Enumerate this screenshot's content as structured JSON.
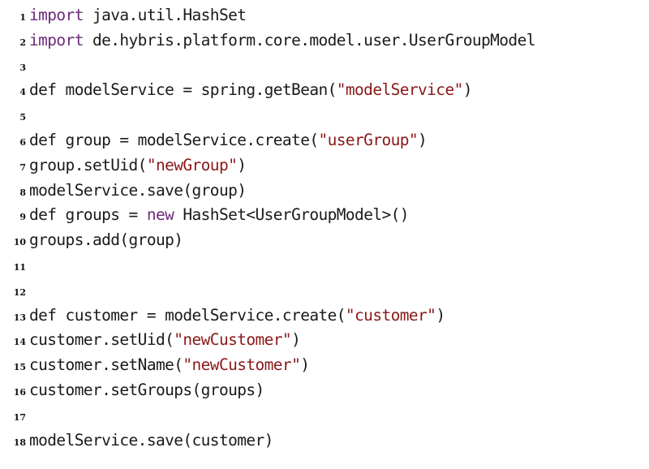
{
  "colors": {
    "background": "#ffffff",
    "text": "#1a1a1a",
    "keyword": "#6b2b7a",
    "string": "#8a1818"
  },
  "code": {
    "language": "groovy",
    "lines": [
      {
        "number": "1",
        "tokens": [
          {
            "t": "kw",
            "v": "import"
          },
          {
            "t": "pl",
            "v": " java.util.HashSet"
          }
        ]
      },
      {
        "number": "2",
        "tokens": [
          {
            "t": "kw",
            "v": "import"
          },
          {
            "t": "pl",
            "v": " de.hybris.platform.core.model.user.UserGroupModel"
          }
        ]
      },
      {
        "number": "3",
        "tokens": []
      },
      {
        "number": "4",
        "tokens": [
          {
            "t": "pl",
            "v": "def modelService = spring.getBean("
          },
          {
            "t": "str",
            "v": "\"modelService\""
          },
          {
            "t": "pl",
            "v": ")"
          }
        ]
      },
      {
        "number": "5",
        "tokens": []
      },
      {
        "number": "6",
        "tokens": [
          {
            "t": "pl",
            "v": "def group = modelService.create("
          },
          {
            "t": "str",
            "v": "\"userGroup\""
          },
          {
            "t": "pl",
            "v": ")"
          }
        ]
      },
      {
        "number": "7",
        "tokens": [
          {
            "t": "pl",
            "v": "group.setUid("
          },
          {
            "t": "str",
            "v": "\"newGroup\""
          },
          {
            "t": "pl",
            "v": ")"
          }
        ]
      },
      {
        "number": "8",
        "tokens": [
          {
            "t": "pl",
            "v": "modelService.save(group)"
          }
        ]
      },
      {
        "number": "9",
        "tokens": [
          {
            "t": "pl",
            "v": "def groups = "
          },
          {
            "t": "kw",
            "v": "new"
          },
          {
            "t": "pl",
            "v": " HashSet<UserGroupModel>()"
          }
        ]
      },
      {
        "number": "10",
        "tokens": [
          {
            "t": "pl",
            "v": "groups.add(group)"
          }
        ]
      },
      {
        "number": "11",
        "tokens": []
      },
      {
        "number": "12",
        "tokens": []
      },
      {
        "number": "13",
        "tokens": [
          {
            "t": "pl",
            "v": "def customer = modelService.create("
          },
          {
            "t": "str",
            "v": "\"customer\""
          },
          {
            "t": "pl",
            "v": ")"
          }
        ]
      },
      {
        "number": "14",
        "tokens": [
          {
            "t": "pl",
            "v": "customer.setUid("
          },
          {
            "t": "str",
            "v": "\"newCustomer\""
          },
          {
            "t": "pl",
            "v": ")"
          }
        ]
      },
      {
        "number": "15",
        "tokens": [
          {
            "t": "pl",
            "v": "customer.setName("
          },
          {
            "t": "str",
            "v": "\"newCustomer\""
          },
          {
            "t": "pl",
            "v": ")"
          }
        ]
      },
      {
        "number": "16",
        "tokens": [
          {
            "t": "pl",
            "v": "customer.setGroups(groups)"
          }
        ]
      },
      {
        "number": "17",
        "tokens": []
      },
      {
        "number": "18",
        "tokens": [
          {
            "t": "pl",
            "v": "modelService.save(customer)"
          }
        ]
      }
    ]
  }
}
